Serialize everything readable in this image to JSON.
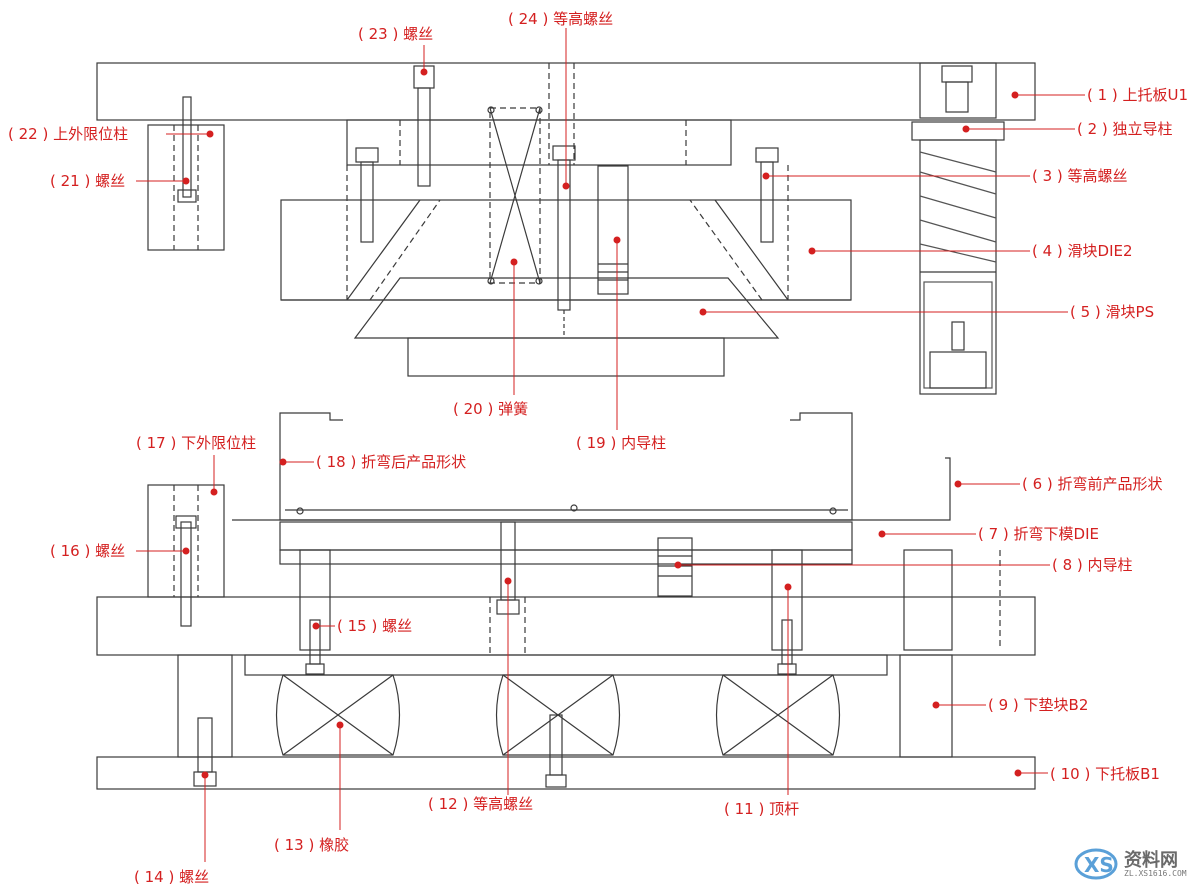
{
  "labels": [
    {
      "id": 1,
      "text": "( 1 ) 上托板U1"
    },
    {
      "id": 2,
      "text": "( 2 ) 独立导柱"
    },
    {
      "id": 3,
      "text": "( 3 ) 等高螺丝"
    },
    {
      "id": 4,
      "text": "( 4 ) 滑块DIE2"
    },
    {
      "id": 5,
      "text": "( 5 ) 滑块PS"
    },
    {
      "id": 6,
      "text": "( 6 ) 折弯前产品形状"
    },
    {
      "id": 7,
      "text": "( 7 ) 折弯下模DIE"
    },
    {
      "id": 8,
      "text": "( 8 ) 内导柱"
    },
    {
      "id": 9,
      "text": "( 9 ) 下垫块B2"
    },
    {
      "id": 10,
      "text": "( 10 ) 下托板B1"
    },
    {
      "id": 11,
      "text": "( 11 ) 顶杆"
    },
    {
      "id": 12,
      "text": "( 12 ) 等高螺丝"
    },
    {
      "id": 13,
      "text": "( 13 ) 橡胶"
    },
    {
      "id": 14,
      "text": "( 14 ) 螺丝"
    },
    {
      "id": 15,
      "text": "( 15 ) 螺丝"
    },
    {
      "id": 16,
      "text": "( 16 ) 螺丝"
    },
    {
      "id": 17,
      "text": "( 17 ) 下外限位柱"
    },
    {
      "id": 18,
      "text": "( 18 ) 折弯后产品形状"
    },
    {
      "id": 19,
      "text": "( 19 ) 内导柱"
    },
    {
      "id": 20,
      "text": "( 20 ) 弹簧"
    },
    {
      "id": 21,
      "text": "( 21 ) 螺丝"
    },
    {
      "id": 22,
      "text": "( 22 ) 上外限位柱"
    },
    {
      "id": 23,
      "text": "( 23 ) 螺丝"
    },
    {
      "id": 24,
      "text": "( 24 ) 等高螺丝"
    }
  ],
  "watermark": {
    "text": "资料网",
    "sub": "ZL.XS1616.COM"
  },
  "colors": {
    "line": "#3a3a3a",
    "label": "#d42020"
  }
}
